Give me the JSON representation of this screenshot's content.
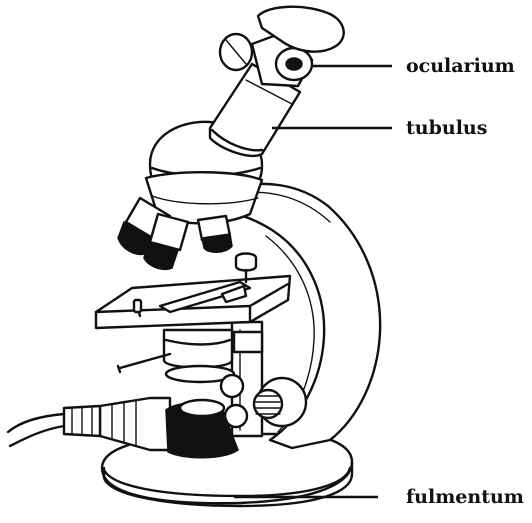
{
  "labels": {
    "ocularium": "ocularium",
    "tubulus": "tubulus",
    "fulmentum": "fulmentum"
  },
  "colors": {
    "ink": "#111111",
    "background": "#ffffff"
  }
}
